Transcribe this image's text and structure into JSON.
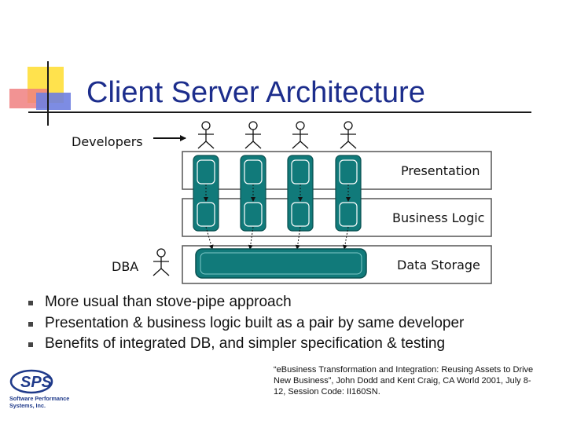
{
  "title": "Client Server Architecture",
  "diagram": {
    "developers_label": "Developers",
    "dba_label": "DBA",
    "layers": {
      "presentation": "Presentation",
      "business_logic": "Business Logic",
      "data_storage": "Data Storage"
    },
    "developer_count": 4,
    "colors": {
      "teal": "#117a7a",
      "layer_border": "#555555"
    }
  },
  "bullets": [
    "More usual than stove-pipe approach",
    "Presentation & business logic built as a pair by same developer",
    "Benefits of integrated DB, and simpler specification & testing"
  ],
  "citation": "“eBusiness Transformation and Integration: Reusing Assets to Drive New Business”, John Dodd and Kent Craig, CA World 2001, July 8-12, Session Code: II160SN.",
  "logo": {
    "abbr": "SPS",
    "line1": "Software Performance",
    "line2": "Systems, Inc.",
    "color": "#1f3a8a"
  }
}
